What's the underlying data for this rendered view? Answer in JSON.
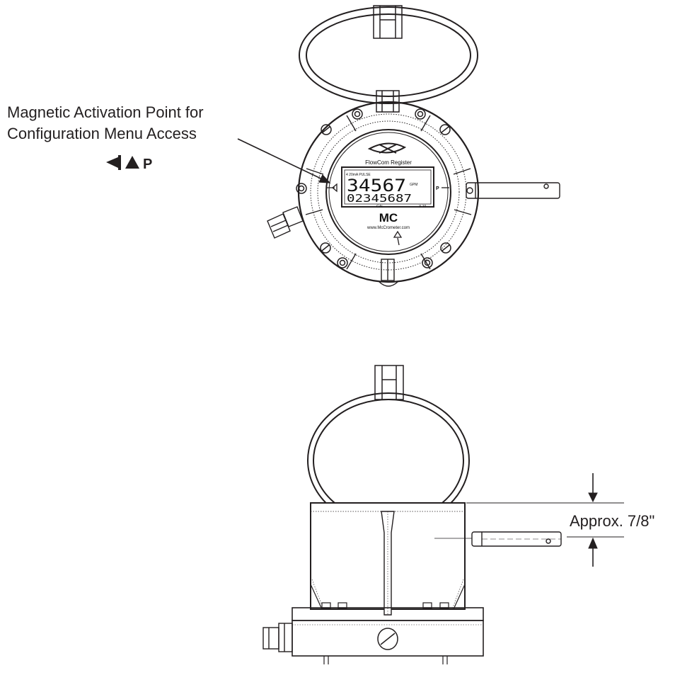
{
  "callout": {
    "line1": "Magnetic Activation Point for",
    "line2": "Configuration Menu Access",
    "key_letter": "P",
    "key_symbols": [
      "left-triangle-icon",
      "up-triangle-icon"
    ]
  },
  "device": {
    "brand_title": "FlowCom Register",
    "lcd_top_small": "4 20mA  PULSE",
    "lcd_main": "34567",
    "lcd_unit_right": "GPM",
    "lcd_secondary": "02345687",
    "lcd_bottom_left": "GAL",
    "lcd_bottom_right": "X 10",
    "side_letter_right": "P",
    "logo_text": "MC",
    "website": "www.McCrometer.com"
  },
  "dimension": {
    "label": "Approx. 7/8\""
  },
  "colors": {
    "ink": "#231f20",
    "background": "#ffffff"
  }
}
